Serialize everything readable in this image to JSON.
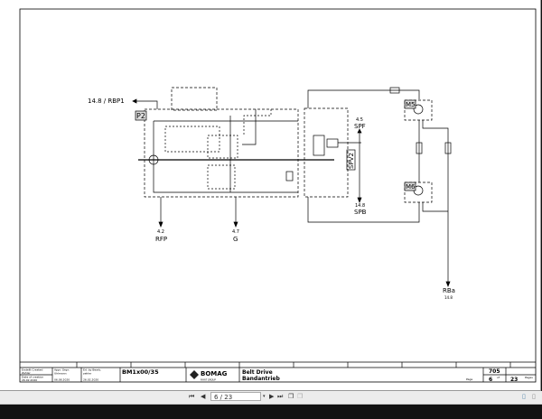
{
  "schematic": {
    "refs": {
      "rbp1": "14.8 / RBP1",
      "p2": "P2",
      "rfp_num": "4.2",
      "rfp": "RFP",
      "g_num": "4.7",
      "g": "G",
      "spf_num": "4.5",
      "spf": "SPF",
      "spb_num": "14.8",
      "spb": "SPB",
      "spv2": "SPV2",
      "m5": "M5",
      "m6": "M6",
      "rba": "RBa",
      "rba_num": "14.8"
    }
  },
  "title_block": {
    "created_label": "Erstellt Created",
    "created_by": "Zehler",
    "created_date": "26.02.2020",
    "date_label": "Date of creation",
    "checked_label": "Appr. Gepr.",
    "checked_by": "Uhlmann",
    "checked_date": "06.08.2020",
    "edit_label": "Ed. by Bearb.",
    "edit_by": "zehler",
    "edit_date": "26.02.2020",
    "model": "BM1x00/35",
    "brand": "BOMAG",
    "brand_sub": "FAYAT GROUP",
    "title_en": "Belt Drive",
    "title_de": "Bandantrieb",
    "drawing_number": "705",
    "page": "6",
    "of_label": "of",
    "pages": "23",
    "page_label": "Page",
    "pages_label": "Pages"
  },
  "toolbar": {
    "page_indicator": "6 / 23"
  }
}
